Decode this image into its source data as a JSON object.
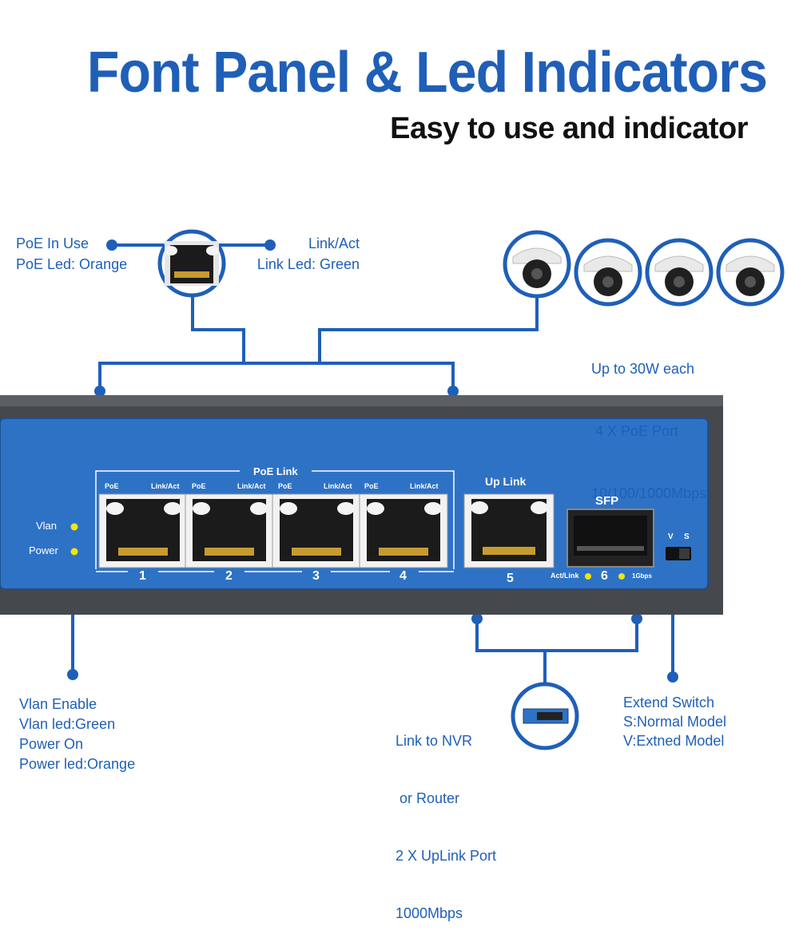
{
  "header": {
    "title": "Font Panel & Led Indicators",
    "subtitle": "Easy to use and indicator"
  },
  "callouts": {
    "poe_use": [
      "PoE In Use",
      "PoE Led: Orange"
    ],
    "link_act": [
      "Link/Act",
      "Link Led: Green"
    ],
    "cameras": [
      "Up to 30W each",
      " 4 X PoE Port",
      "10/100/1000Mbps"
    ],
    "vlan_power": [
      "Vlan Enable",
      "Vlan led:Green",
      "Power On",
      "Power led:Orange"
    ],
    "uplink": [
      "Link to NVR",
      " or Router",
      "2 X UpLink Port",
      "1000Mbps"
    ],
    "extend": [
      "Extend Switch",
      "S:Normal Model",
      "V:Extned Model"
    ]
  },
  "panel": {
    "leds": {
      "vlan": "Vlan",
      "power": "Power"
    },
    "poe_group_label": "PoE Link",
    "port_labels": {
      "poe": "PoE",
      "link": "Link/Act"
    },
    "ports": [
      "1",
      "2",
      "3",
      "4"
    ],
    "uplink_label": "Up Link",
    "uplink_port": "5",
    "sfp_label": "SFP",
    "sfp_port": "6",
    "sfp_left": "Act/Link",
    "sfp_right": "1Gbps",
    "switch_labels": {
      "v": "V",
      "s": "S"
    }
  },
  "colors": {
    "brand_blue": "#1f5fb8",
    "panel_blue": "#2e72c6",
    "chassis": "#4a4d52",
    "led_yellow": "#f2e600"
  }
}
